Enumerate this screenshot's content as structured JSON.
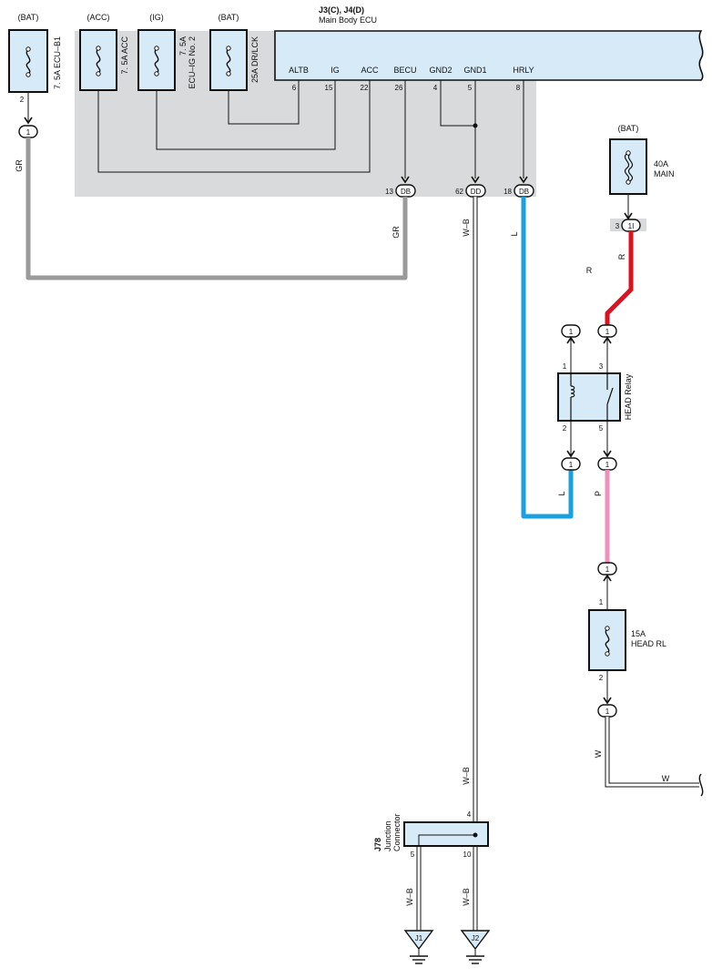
{
  "colors": {
    "ecu_area": "#d9dadb",
    "component_fill": "#d6ebf7",
    "wire_gray": "#9a9a9a",
    "wire_blue": "#1aa0e0",
    "wire_red": "#e0101e",
    "wire_pink": "#ee90bb",
    "outline": "#111111"
  },
  "fuses": {
    "ecu_b1": {
      "source": "(BAT)",
      "label": "7. 5A ECU–B1",
      "pin": "2"
    },
    "acc": {
      "source": "(ACC)",
      "label": "7. 5A ACC"
    },
    "ig2": {
      "source": "(IG)",
      "label_line1": "7. 5A",
      "label_line2": "ECU–IG No. 2"
    },
    "drlck": {
      "source": "(BAT)",
      "label": "25A DR/LCK"
    },
    "main": {
      "source": "(BAT)",
      "label_line1": "40A",
      "label_line2": "MAIN",
      "conn_pin": "3",
      "conn_id": "1I"
    },
    "head_rl": {
      "label_line1": "15A",
      "label_line2": "HEAD RL",
      "pin_top": "1",
      "pin_bottom": "2"
    }
  },
  "ecu": {
    "title": "J3(C), J4(D)",
    "subtitle": "Main Body ECU",
    "terminals": [
      {
        "name": "ALTB",
        "pin": "6"
      },
      {
        "name": "IG",
        "pin": "15"
      },
      {
        "name": "ACC",
        "pin": "22"
      },
      {
        "name": "BECU",
        "pin": "26"
      },
      {
        "name": "GND2",
        "pin": "4"
      },
      {
        "name": "GND1",
        "pin": "5"
      },
      {
        "name": "HRLY",
        "pin": "8"
      }
    ],
    "connectors": [
      {
        "pin": "13",
        "id": "DB"
      },
      {
        "pin": "62",
        "id": "DD"
      },
      {
        "pin": "18",
        "id": "DB"
      }
    ]
  },
  "relay": {
    "label": "HEAD Relay",
    "pins": [
      "1",
      "3",
      "2",
      "5"
    ]
  },
  "junction": {
    "id": "J78",
    "label_line1": "Junction",
    "label_line2": "Connector",
    "pin_in": "4",
    "pin_out_left": "5",
    "pin_out_right": "10"
  },
  "grounds": [
    "J1",
    "J2"
  ],
  "connector_one": "1",
  "wires": {
    "gr": "GR",
    "wb": "W–B",
    "l": "L",
    "r": "R",
    "p": "P",
    "w": "W"
  }
}
